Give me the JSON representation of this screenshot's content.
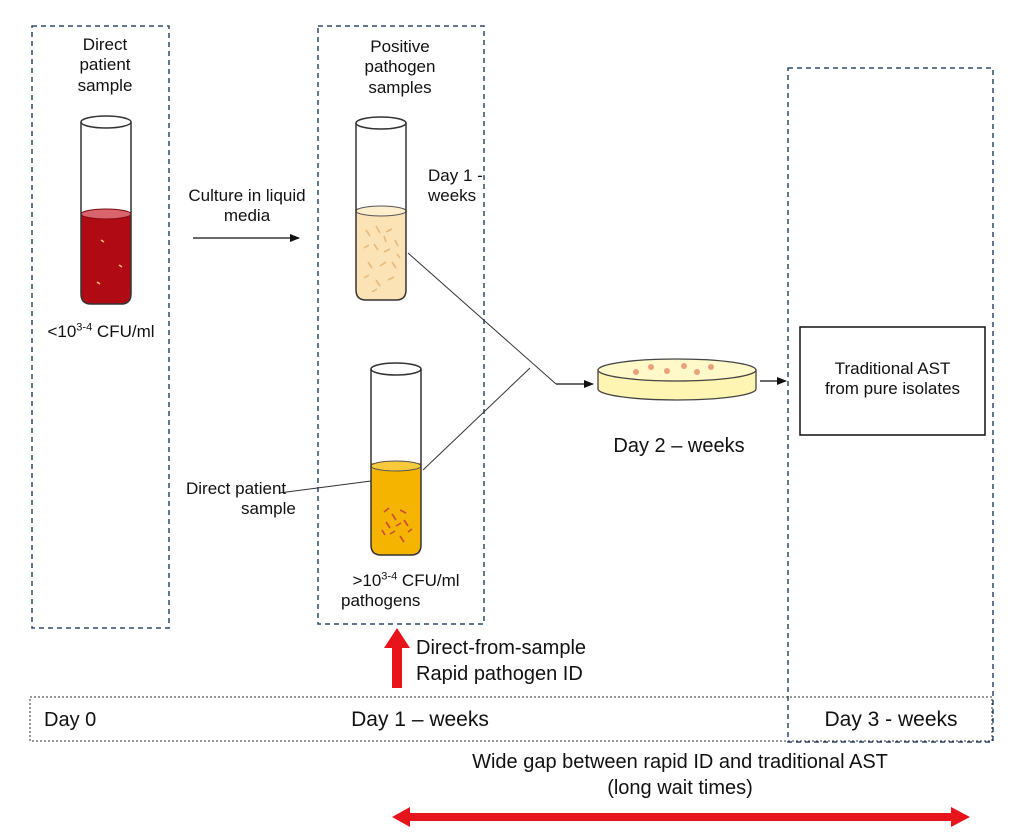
{
  "labels": {
    "direct_patient_sample_top": [
      "Direct",
      "patient",
      "sample"
    ],
    "cfu_low_prefix": "<10",
    "cfu_low_exp": "3-4",
    "cfu_low_suffix": " CFU/ml",
    "culture_arrow_label": [
      "Culture in liquid",
      "media"
    ],
    "positive_pathogen_samples": [
      "Positive",
      "pathogen",
      "samples"
    ],
    "day1_weeks_side": [
      "Day 1 -",
      "weeks"
    ],
    "direct_patient_sample_side": [
      "Direct patient",
      "sample"
    ],
    "cfu_high_prefix": ">10",
    "cfu_high_exp": "3-4",
    "cfu_high_suffix": " CFU/ml",
    "cfu_high_line2": "pathogens",
    "day2_weeks": "Day 2 – weeks",
    "traditional_ast": [
      "Traditional AST",
      "from pure isolates"
    ],
    "rapid_id": [
      "Direct-from-sample",
      "Rapid pathogen ID"
    ],
    "timeline": {
      "day0": "Day 0",
      "day1": "Day 1 – weeks",
      "day3": "Day 3 - weeks"
    },
    "gap_note": [
      "Wide gap between rapid ID and traditional AST",
      "(long wait times)"
    ]
  },
  "colors": {
    "dashed_border": "#2f4a6b",
    "blood": "#b00b14",
    "blood_top": "#d9646c",
    "culture_pale": "#fbe3b6",
    "culture_gold": "#f5b400",
    "plate_fill": "#fff5b3",
    "bacteria_red": "#c94a3a",
    "bacteria_pale": "#e6b97a",
    "red_arrow": "#e8141c"
  }
}
